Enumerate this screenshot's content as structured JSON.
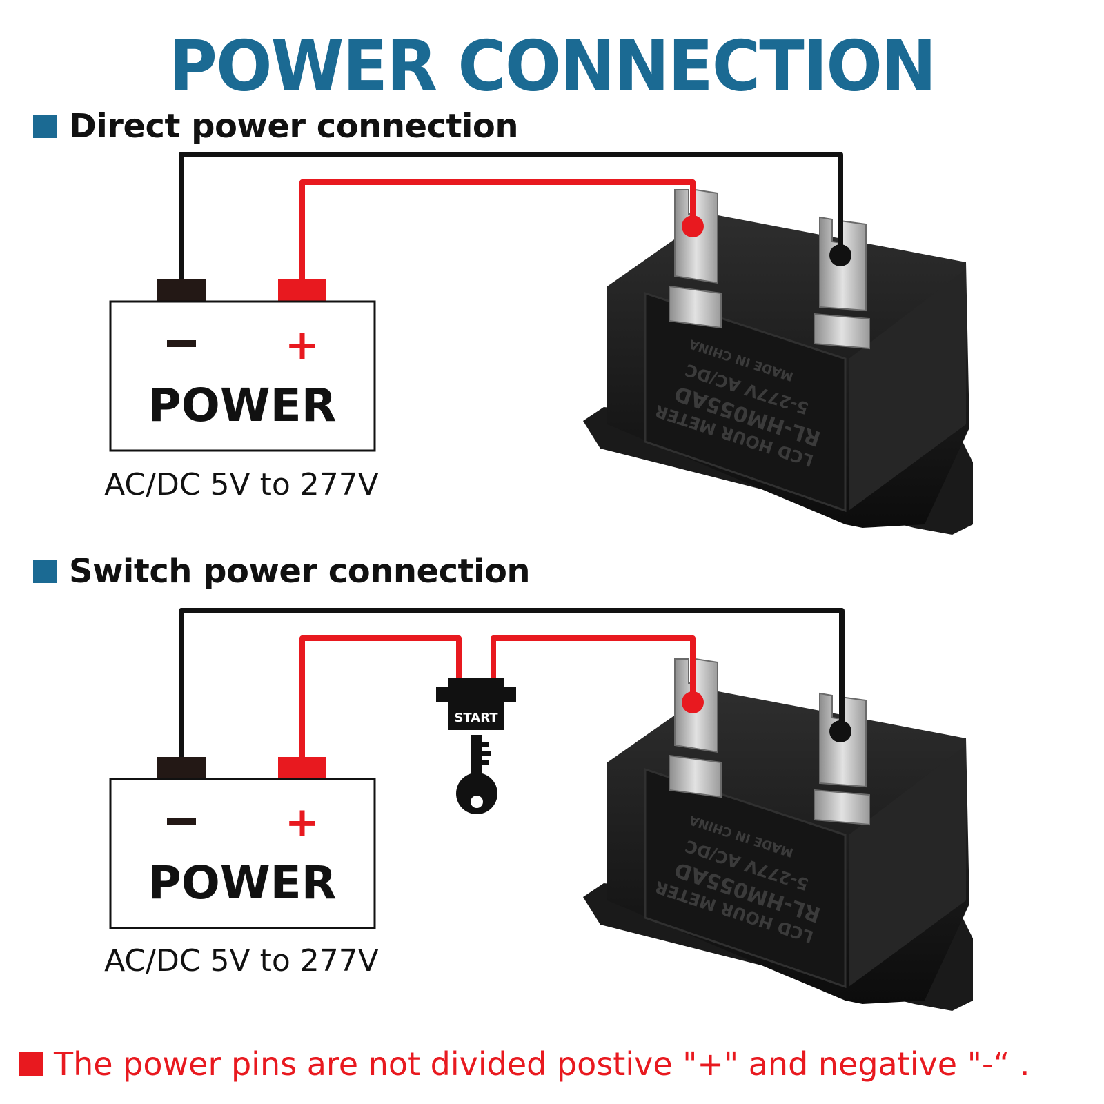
{
  "title": "POWER CONNECTION",
  "sections": [
    {
      "heading": "Direct power connection",
      "battery": {
        "minus": "−",
        "plus": "+",
        "label": "POWER",
        "voltage": "AC/DC 5V to 277V"
      },
      "meter": {
        "lines": [
          "LCD HOUR METER",
          "RL-HM055AD",
          "5-277V AC/DC",
          "MADE IN CHINA"
        ]
      }
    },
    {
      "heading": "Switch power connection",
      "battery": {
        "minus": "−",
        "plus": "+",
        "label": "POWER",
        "voltage": "AC/DC 5V to 277V"
      },
      "switch": {
        "label": "START"
      },
      "meter": {
        "lines": [
          "LCD HOUR METER",
          "RL-HM055AD",
          "5-277V AC/DC",
          "MADE IN CHINA"
        ]
      }
    }
  ],
  "note": "The power pins are not divided postive \"+\" and negative \"-“ .",
  "colors": {
    "title": "#1b6a93",
    "red_wire": "#e8191f",
    "black_wire": "#111111",
    "note": "#e8191f"
  }
}
